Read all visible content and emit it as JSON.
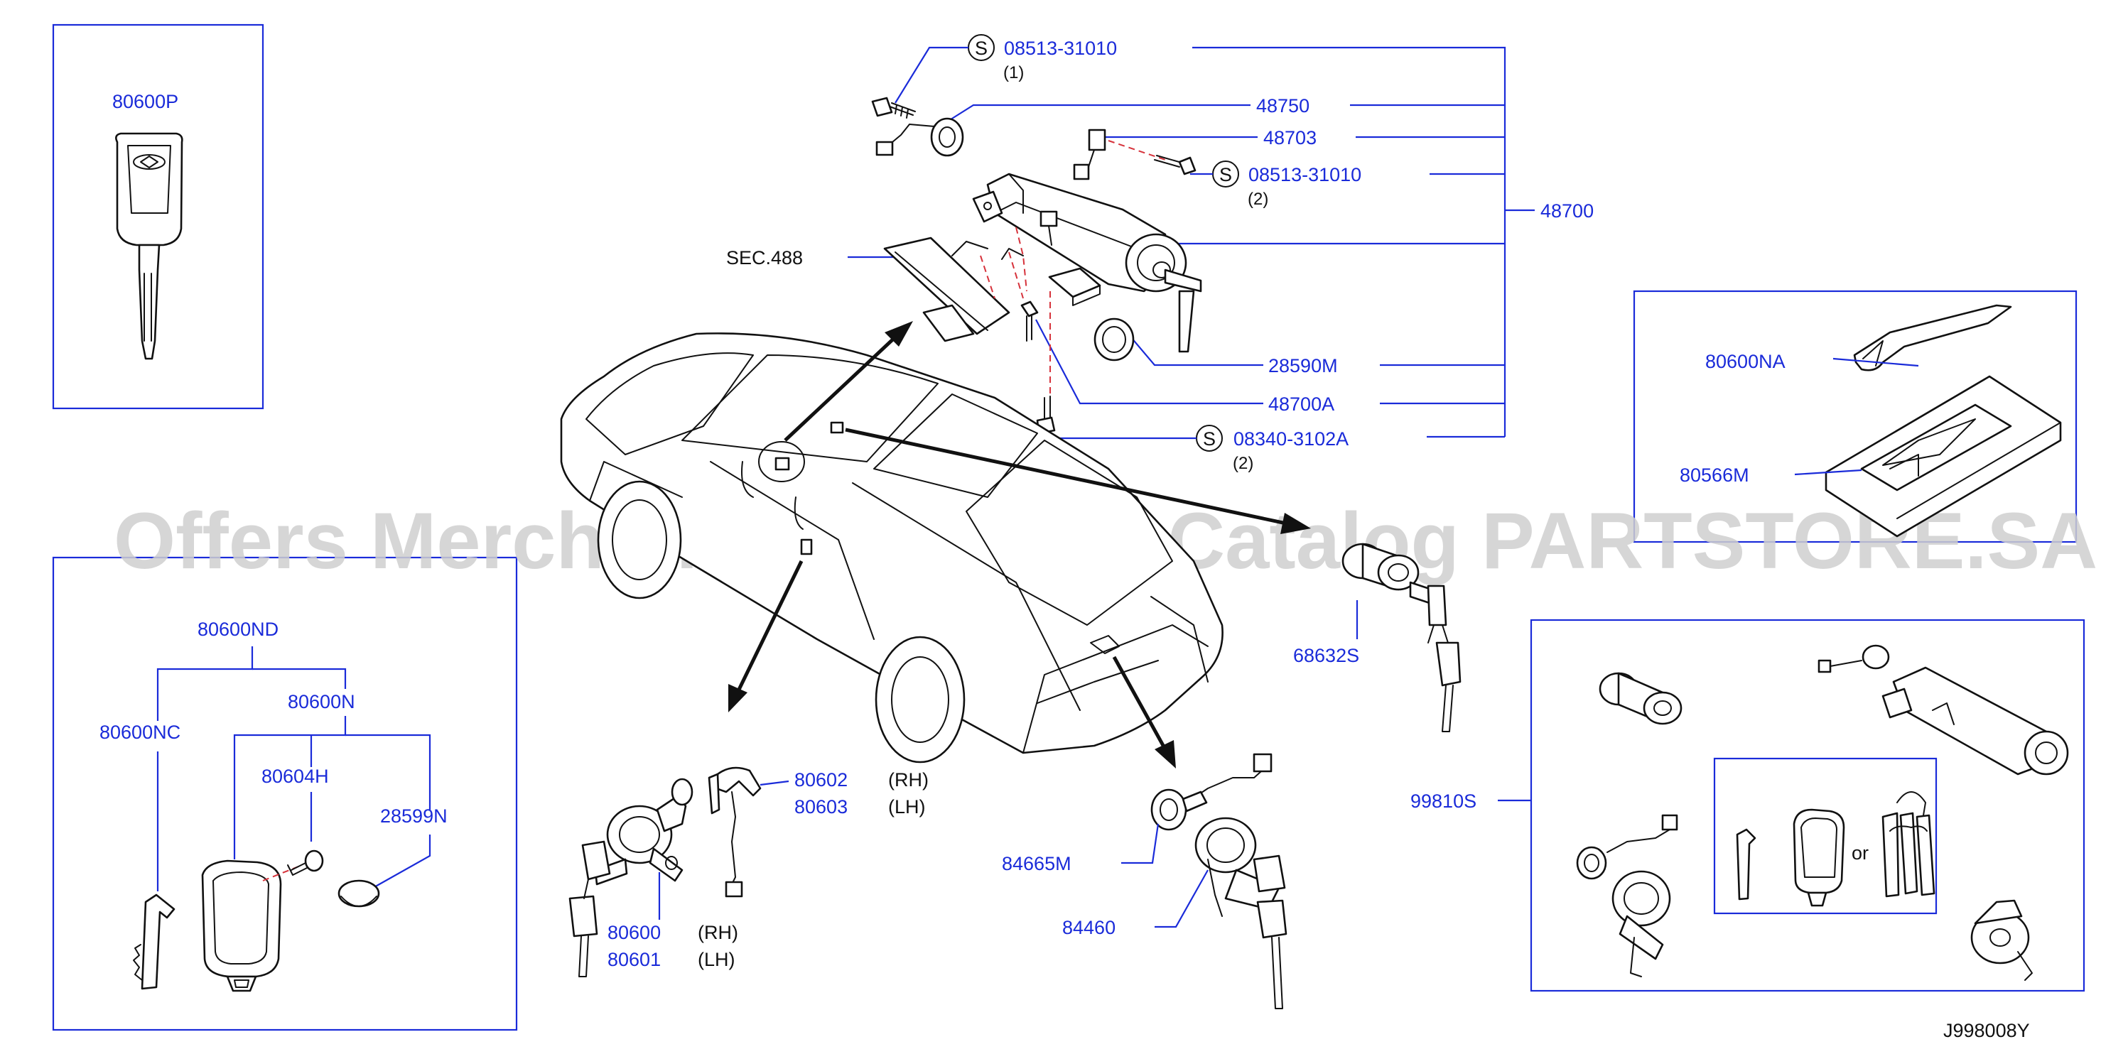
{
  "diagram": {
    "drawing_id": "J998008Y",
    "watermark": "Offers Merchant Auto Parts Catalog PARTSTORE.SA",
    "parts": {
      "p80600P": "80600P",
      "p08513a": "08513-31010",
      "q1": "(1)",
      "p48750": "48750",
      "p48703": "48703",
      "p08513b": "08513-31010",
      "q2a": "(2)",
      "p48700": "48700",
      "sec": "SEC.488",
      "p28590M": "28590M",
      "p48700A": "48700A",
      "p08340": "08340-3102A",
      "q2b": "(2)",
      "p80600NA": "80600NA",
      "p80566M": "80566M",
      "p68632S": "68632S",
      "p80600ND": "80600ND",
      "p80600N": "80600N",
      "p80600NC": "80600NC",
      "p80604H": "80604H",
      "p28599N": "28599N",
      "p80602": "80602",
      "rh1": "(RH)",
      "p80603": "80603",
      "lh1": "(LH)",
      "p80600": "80600",
      "rh2": "(RH)",
      "p80601": "80601",
      "lh2": "(LH)",
      "p84665M": "84665M",
      "p84460": "84460",
      "p99810S": "99810S",
      "or_text": "or",
      "s_mark": "S"
    }
  }
}
